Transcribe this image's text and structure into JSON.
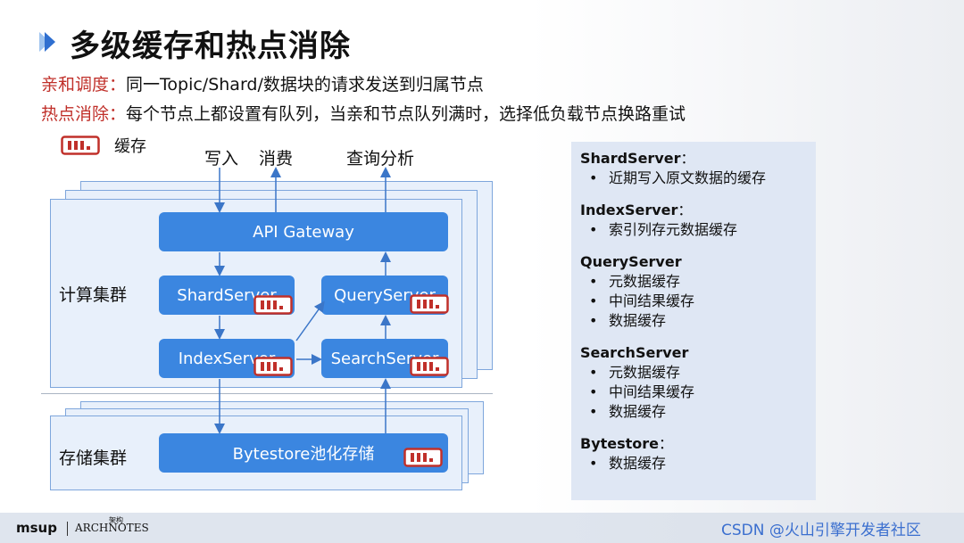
{
  "title": "多级缓存和热点消除",
  "affinity": {
    "label": "亲和调度：",
    "text": "同一Topic/Shard/数据块的请求发送到归属节点"
  },
  "hotspot": {
    "label": "热点消除：",
    "text": "每个节点上都设置有队列，当亲和节点队列满时，选择低负载节点换路重试"
  },
  "legend": {
    "text": "缓存"
  },
  "io": {
    "write": "写入",
    "consume": "消费",
    "query_analysis": "查询分析"
  },
  "clusters": {
    "compute": "计算集群",
    "storage": "存储集群"
  },
  "nodes": {
    "api_gateway": "API Gateway",
    "shard_server": "ShardServer",
    "query_server": "QueryServer",
    "index_server": "IndexServer",
    "search_server": "SearchServer",
    "bytestore": "Bytestore池化存储"
  },
  "panel": [
    {
      "title": "ShardServer",
      "colon": "：",
      "items": [
        "近期写入原文数据的缓存"
      ]
    },
    {
      "title": "IndexServer",
      "colon": "：",
      "items": [
        "索引列存元数据缓存"
      ]
    },
    {
      "title": "QueryServer",
      "colon": "",
      "items": [
        "元数据缓存",
        "中间结果缓存",
        "数据缓存"
      ]
    },
    {
      "title": "SearchServer",
      "colon": "",
      "items": [
        "元数据缓存",
        "中间结果缓存",
        "数据缓存"
      ]
    },
    {
      "title": "Bytestore",
      "colon": "：",
      "items": [
        "数据缓存"
      ]
    }
  ],
  "footer": {
    "msup": "msup",
    "archnotes": "ARCHNOTES",
    "archnotes_top": "架构",
    "credit": "CSDN @火山引擎开发者社区"
  },
  "colors": {
    "node": "#3b86e0",
    "cache_icon": "#c0302a",
    "label_red": "#c0302a",
    "panel_bg": "#dfe7f4"
  }
}
